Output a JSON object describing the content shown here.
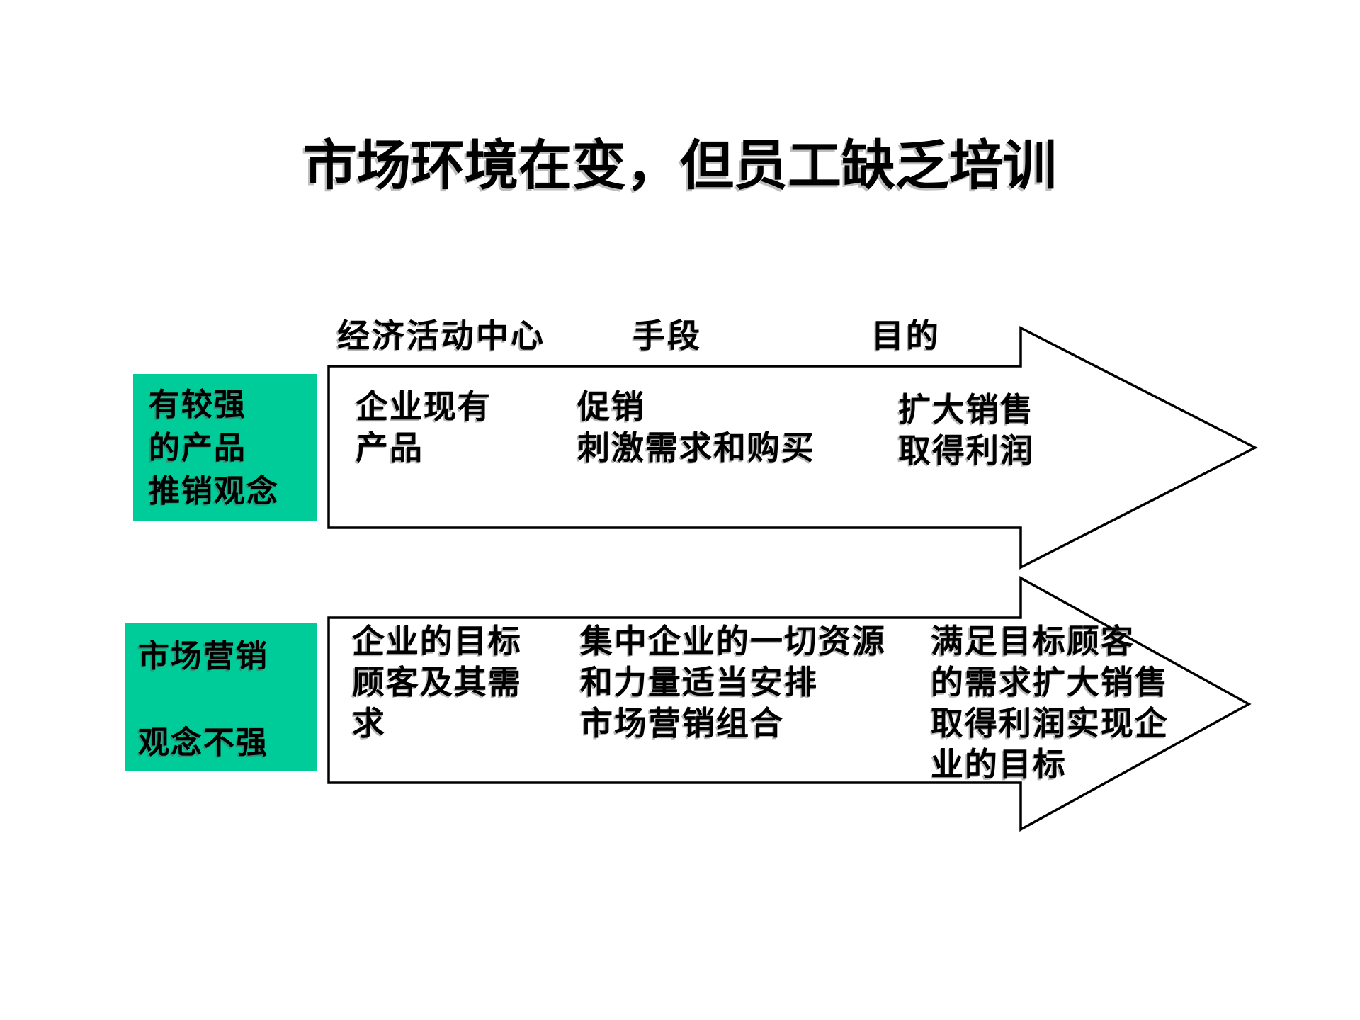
{
  "title": "市场环境在变，但员工缺乏培训",
  "colors": {
    "background": "#FFFFFF",
    "label_box_green": "#00CC99",
    "arrow_fill": "#FFFFFF",
    "arrow_outline": "#000000",
    "text": "#000000"
  },
  "diagram": {
    "column_headers": [
      "经济活动中心",
      "手段",
      "目的"
    ],
    "rows": [
      {
        "label": "有较强\n的产品\n推销观念",
        "economic_center": "企业现有\n产品",
        "means": "促销\n刺激需求和购买",
        "purpose": "扩大销售\n取得利润"
      },
      {
        "label": "市场营销\n\n观念不强",
        "economic_center": "企业的目标\n顾客及其需\n求",
        "means": "集中企业的一切资源\n和力量适当安排\n市场营销组合",
        "purpose": "满足目标顾客\n的需求扩大销售\n取得利润实现企\n业的目标"
      }
    ]
  }
}
